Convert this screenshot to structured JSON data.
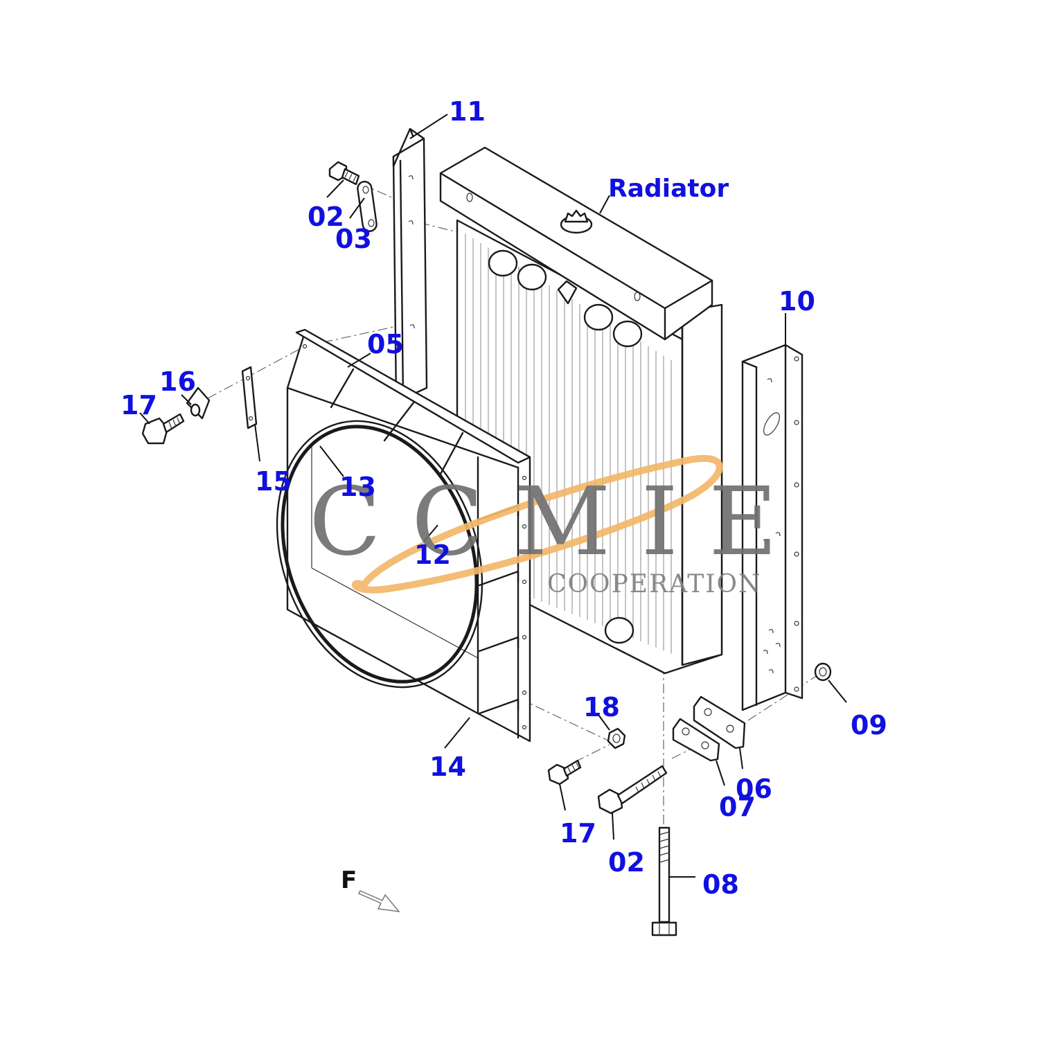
{
  "callouts": {
    "c11": "11",
    "c02_top": "02",
    "c03": "03",
    "radiator": "Radiator",
    "c10": "10",
    "c05": "05",
    "c16": "16",
    "c17_left": "17",
    "c15": "15",
    "c13": "13",
    "c12": "12",
    "c18": "18",
    "c09": "09",
    "c14": "14",
    "c06": "06",
    "c07": "07",
    "c17_bottom": "17",
    "c02_bottom": "02",
    "c08": "08"
  },
  "forward_marker": "F",
  "watermark": {
    "brand": "CCMIE",
    "sub": "COOPERATION",
    "swoosh_color": "#f2b86a"
  },
  "colors": {
    "callout": "#1010e0",
    "line": "#1a1a1a"
  }
}
